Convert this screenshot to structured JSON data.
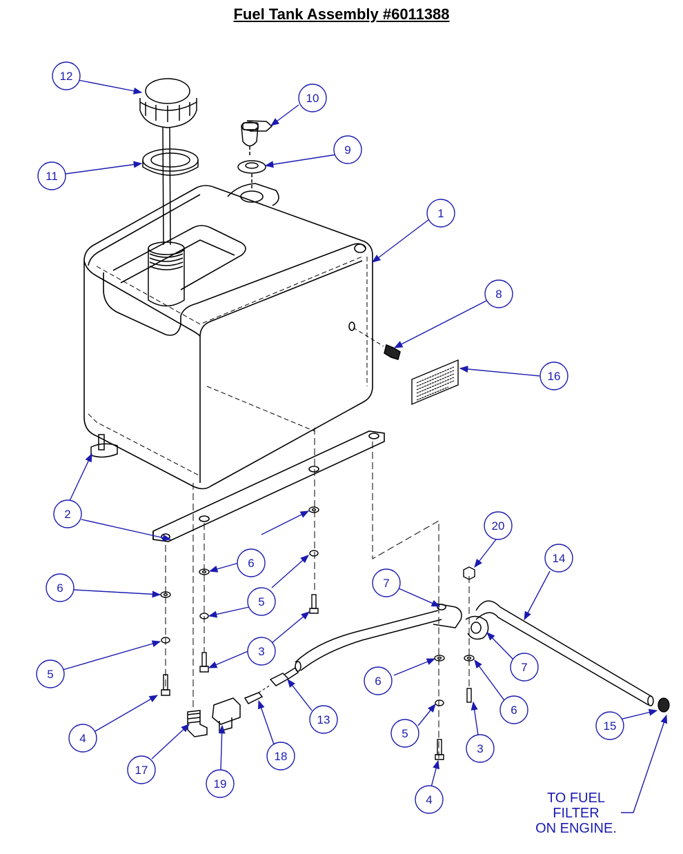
{
  "title": "Fuel Tank Assembly #6011388",
  "note_lines": [
    "TO FUEL",
    "FILTER",
    "ON ENGINE."
  ],
  "colors": {
    "callout": "#1b1bb0",
    "drawing": "#000000"
  },
  "callouts": [
    {
      "id": "c12",
      "label": "12"
    },
    {
      "id": "c10",
      "label": "10"
    },
    {
      "id": "c9",
      "label": "9"
    },
    {
      "id": "c11",
      "label": "11"
    },
    {
      "id": "c1",
      "label": "1"
    },
    {
      "id": "c8",
      "label": "8"
    },
    {
      "id": "c16",
      "label": "16"
    },
    {
      "id": "c2",
      "label": "2"
    },
    {
      "id": "c6a",
      "label": "6"
    },
    {
      "id": "c20",
      "label": "20"
    },
    {
      "id": "c14",
      "label": "14"
    },
    {
      "id": "c7a",
      "label": "7"
    },
    {
      "id": "c6b",
      "label": "6"
    },
    {
      "id": "c5a",
      "label": "5"
    },
    {
      "id": "c5b",
      "label": "5"
    },
    {
      "id": "c3a",
      "label": "3"
    },
    {
      "id": "c7b",
      "label": "7"
    },
    {
      "id": "c6c",
      "label": "6"
    },
    {
      "id": "c6d",
      "label": "6"
    },
    {
      "id": "c4a",
      "label": "4"
    },
    {
      "id": "c13",
      "label": "13"
    },
    {
      "id": "c15",
      "label": "15"
    },
    {
      "id": "c5c",
      "label": "5"
    },
    {
      "id": "c3b",
      "label": "3"
    },
    {
      "id": "c17",
      "label": "17"
    },
    {
      "id": "c18",
      "label": "18"
    },
    {
      "id": "c19",
      "label": "19"
    },
    {
      "id": "c4b",
      "label": "4"
    }
  ]
}
